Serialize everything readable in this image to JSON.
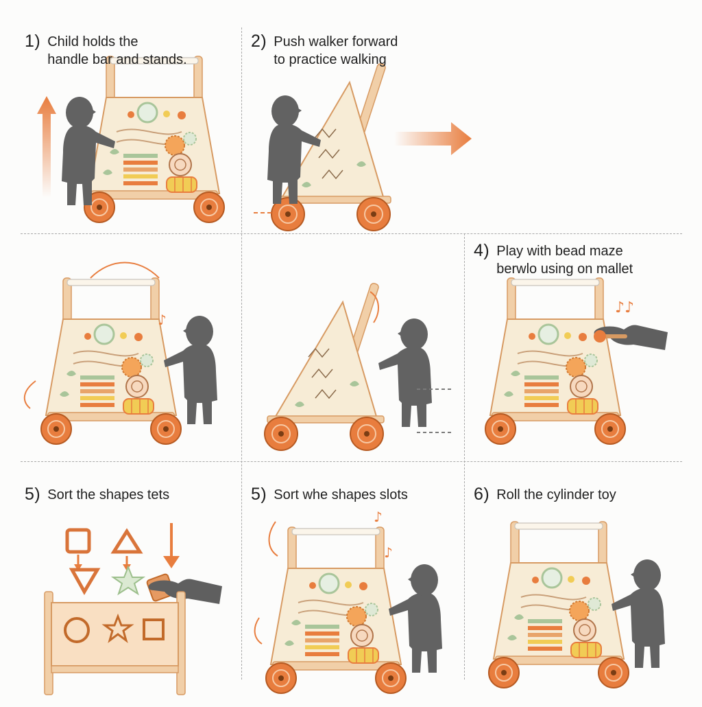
{
  "panels": [
    {
      "number": "1)",
      "line1": "Child holds the",
      "line2": "handle bar and stands."
    },
    {
      "number": "2)",
      "line1": "Push walker forward",
      "line2": "to practice walking"
    },
    {
      "number": "",
      "line1": "",
      "line2": ""
    },
    {
      "number": "",
      "line1": "",
      "line2": ""
    },
    {
      "number": "4)",
      "line1": "Play with bead maze",
      "line2": "berwlo using on mallet"
    },
    {
      "number": "5)",
      "line1": "Sort the shapes tets",
      "line2": ""
    },
    {
      "number": "5)",
      "line1": "Sort whe shapes slots",
      "line2": ""
    },
    {
      "number": "6)",
      "line1": "Roll the cylinder toy",
      "line2": ""
    }
  ],
  "colors": {
    "silhouette": "#626262",
    "wood": "#f1cfa8",
    "wood_dark": "#d79a62",
    "panel_fill": "#f7ecd6",
    "orange": "#e87d3e",
    "sage": "#a9c59a",
    "yellow": "#f1cc55",
    "grid": "#a8a8a8"
  },
  "icons": [
    "child-silhouette",
    "activity-walker",
    "orange-arrow",
    "hand-silhouette",
    "shape-sorter-box",
    "music-note-icon"
  ]
}
